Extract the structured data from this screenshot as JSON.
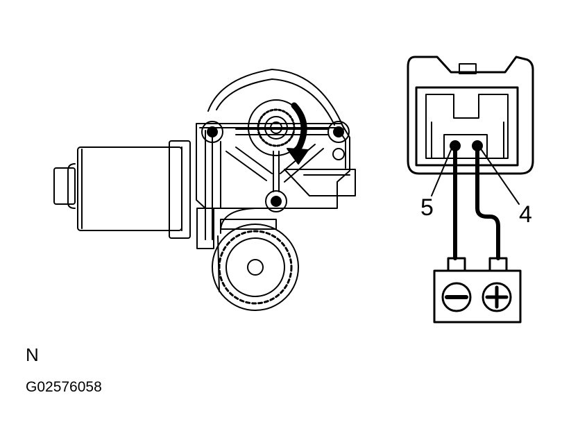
{
  "diagram": {
    "orientation_label": "N",
    "figure_id": "G02576058",
    "connector": {
      "pins": [
        {
          "label": "5",
          "polarity": "negative"
        },
        {
          "label": "4",
          "polarity": "positive"
        }
      ]
    },
    "battery": {
      "terminals": [
        {
          "symbol": "minus-symbol"
        },
        {
          "symbol": "plus-symbol"
        }
      ]
    },
    "rotation_direction": "clockwise",
    "colors": {
      "ink": "#000000",
      "paper": "#ffffff"
    }
  }
}
